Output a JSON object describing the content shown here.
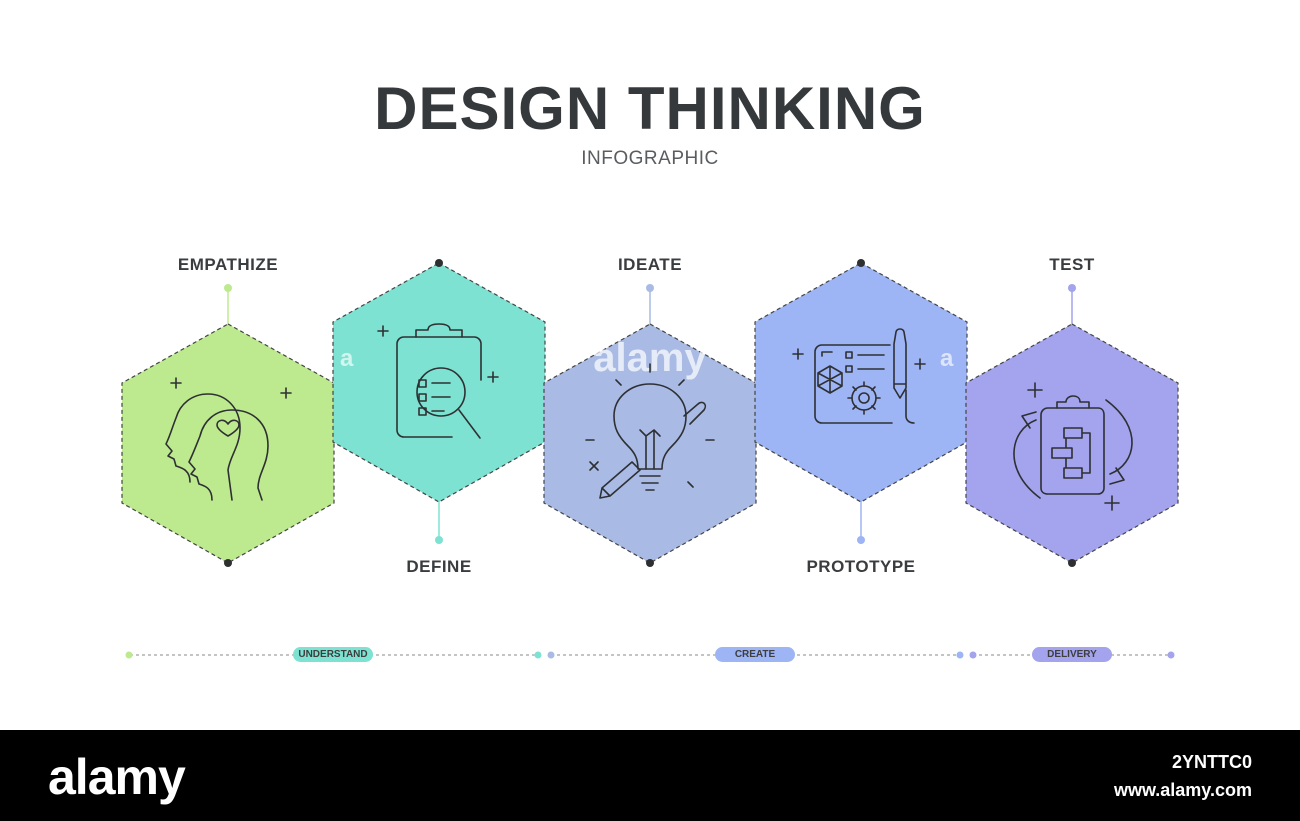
{
  "title": "DESIGN THINKING",
  "subtitle": "INFOGRAPHIC",
  "stages": [
    {
      "label": "EMPATHIZE",
      "color": "#bdea8e",
      "icon": "two-heads-heart-icon"
    },
    {
      "label": "DEFINE",
      "color": "#7de2d1",
      "icon": "clipboard-magnifier-icon"
    },
    {
      "label": "IDEATE",
      "color": "#a9bbe5",
      "icon": "lightbulb-pencil-icon"
    },
    {
      "label": "PROTOTYPE",
      "color": "#9db4f5",
      "icon": "blueprint-pencil-gear-icon"
    },
    {
      "label": "TEST",
      "color": "#a3a3ee",
      "icon": "clipboard-cycle-icon"
    }
  ],
  "phases": [
    {
      "label": "UNDERSTAND",
      "color": "#7de2d1"
    },
    {
      "label": "CREATE",
      "color": "#9db4f5"
    },
    {
      "label": "DELIVERY",
      "color": "#a3a3ee"
    }
  ],
  "watermark": {
    "center": "alamy",
    "side": "a"
  },
  "footer": {
    "logo": "alamy",
    "image_id": "2YNTTC0",
    "url": "www.alamy.com"
  }
}
